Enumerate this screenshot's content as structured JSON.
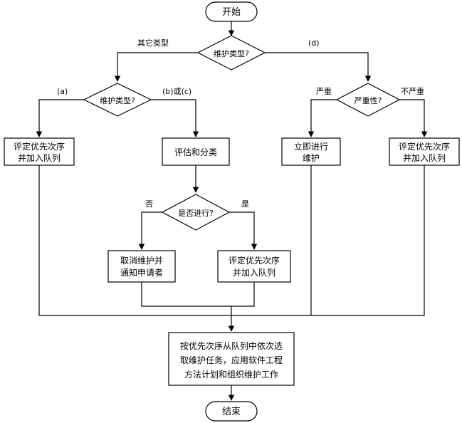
{
  "nodes": {
    "start": "开始",
    "type_decision_1": "维护类型?",
    "type_decision_2": "维护类型?",
    "severity_decision": "严重性?",
    "priority_queue_a_l1": "评定优先次序",
    "priority_queue_a_l2": "并加入队列",
    "evaluate_classify": "评估和分类",
    "immediate_l1": "立即进行",
    "immediate_l2": "维护",
    "priority_queue_d_l1": "评定优先次序",
    "priority_queue_d_l2": "并加入队列",
    "proceed_decision": "是否进行?",
    "cancel_l1": "取消维护并",
    "cancel_l2": "通知申请者",
    "priority_queue_bc_l1": "评定优先次序",
    "priority_queue_bc_l2": "并加入队列",
    "process_l1": "按优先次序从队列中依次选",
    "process_l2": "取维护任务，应用软件工程",
    "process_l3": "方法计划和组织维护工作",
    "end": "结束"
  },
  "edge_labels": {
    "other_types": "其它类型",
    "d": "(d)",
    "a": "(a)",
    "b_or_c": "(b)或(c)",
    "serious": "严重",
    "not_serious": "不严重",
    "no": "否",
    "yes": "是"
  }
}
